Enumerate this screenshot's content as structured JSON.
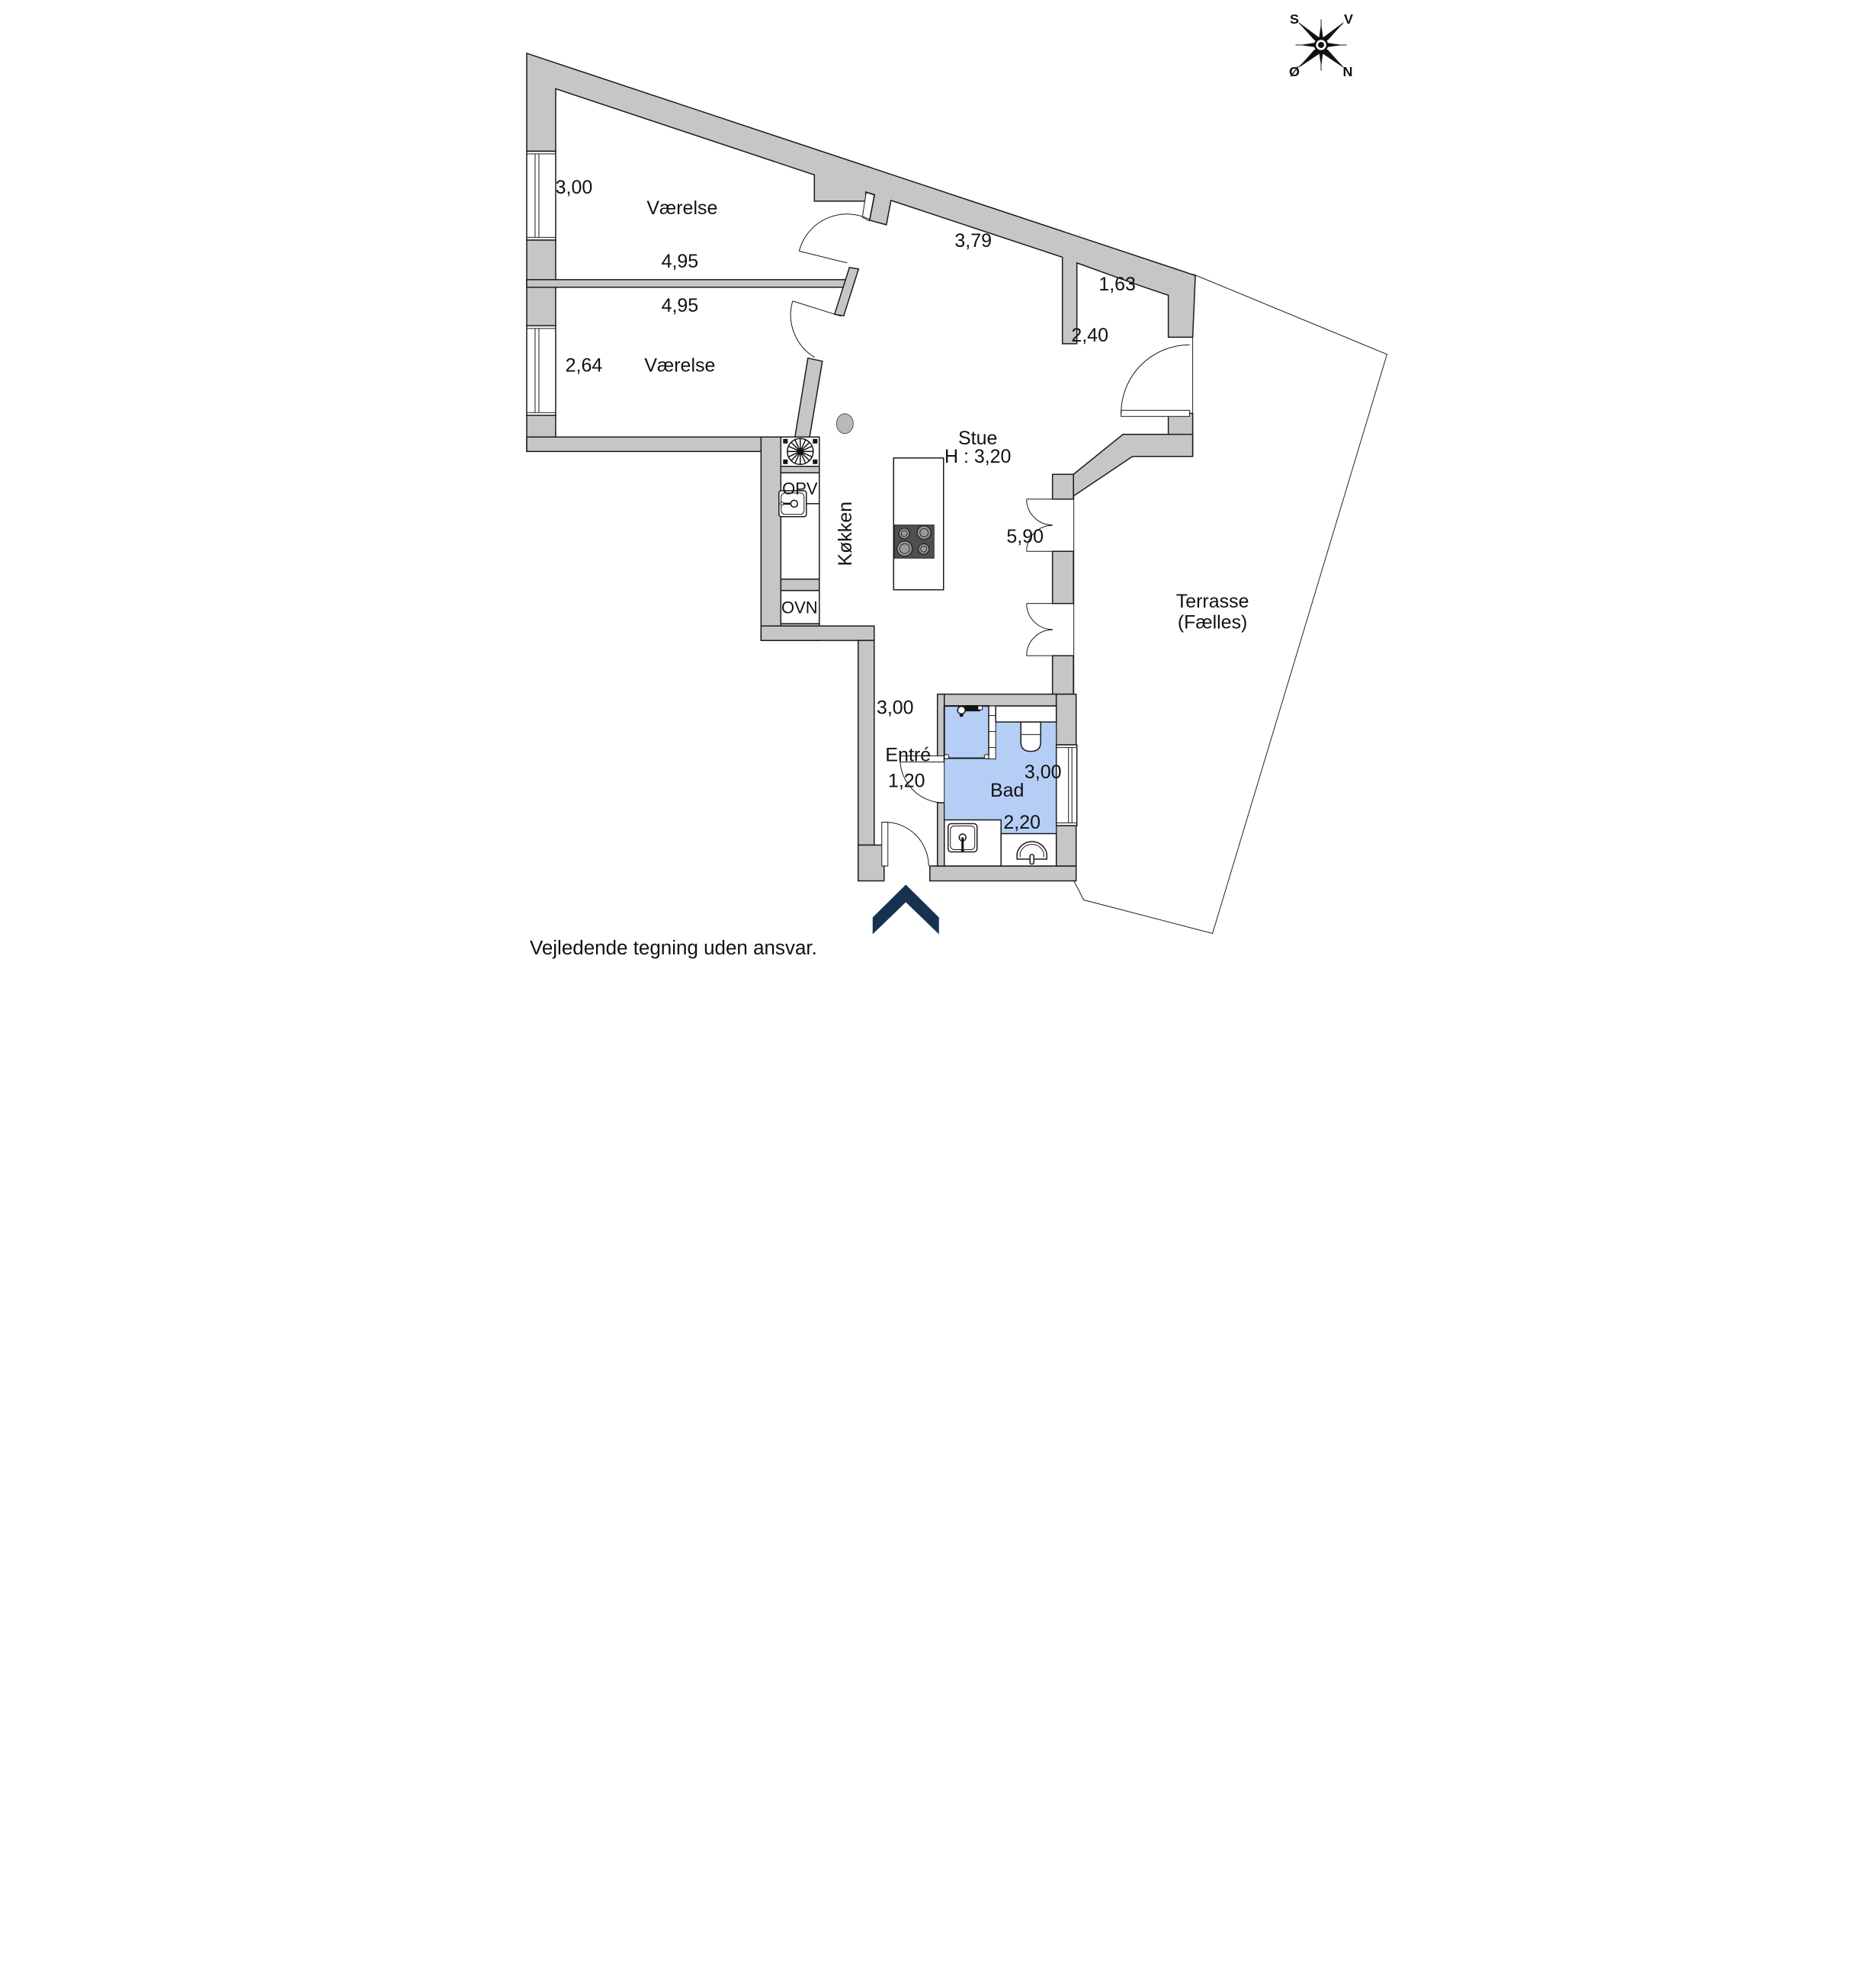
{
  "footer": {
    "disclaimer": "Vejledende tegning uden ansvar."
  },
  "compass": {
    "south": "S",
    "west": "V",
    "east": "Ø",
    "north": "N"
  },
  "colors": {
    "wall_fill": "#c6c6c6",
    "bath_fill": "#b5cef5",
    "arrow_fill": "#16324f",
    "cooktop_fill": "#4f4f4f",
    "burner_fill": "#9a9a9a",
    "line": "#1a1a1a"
  },
  "rooms": {
    "bedroom1": {
      "name": "Værelse",
      "width": "4,95",
      "height": "3,00"
    },
    "bedroom2": {
      "name": "Værelse",
      "width": "4,95",
      "height": "2,64"
    },
    "livingroom": {
      "name": "Stue",
      "ceiling": "H : 3,20",
      "wall_top": "3,79",
      "nook": "1,63",
      "door": "2,40",
      "glass_wall": "5,90"
    },
    "kitchen": {
      "name": "Køkken",
      "dishwasher": "OPV",
      "oven": "OVN"
    },
    "entry": {
      "name": "Entré",
      "depth": "3,00",
      "door_width": "1,20"
    },
    "bath": {
      "name": "Bad",
      "length": "3,00",
      "width": "2,20"
    },
    "terrace": {
      "name": "Terrasse",
      "subname": "(Fælles)"
    }
  },
  "icons": [
    "compass-rose-icon",
    "kitchen-fan-icon",
    "kitchen-sink-icon",
    "cooktop-icon",
    "bath-sink-icon",
    "toilet-icon",
    "washbasin-icon",
    "shower-icon",
    "window-icon",
    "door-arc-icon",
    "entrance-arrow-icon",
    "column-icon"
  ]
}
